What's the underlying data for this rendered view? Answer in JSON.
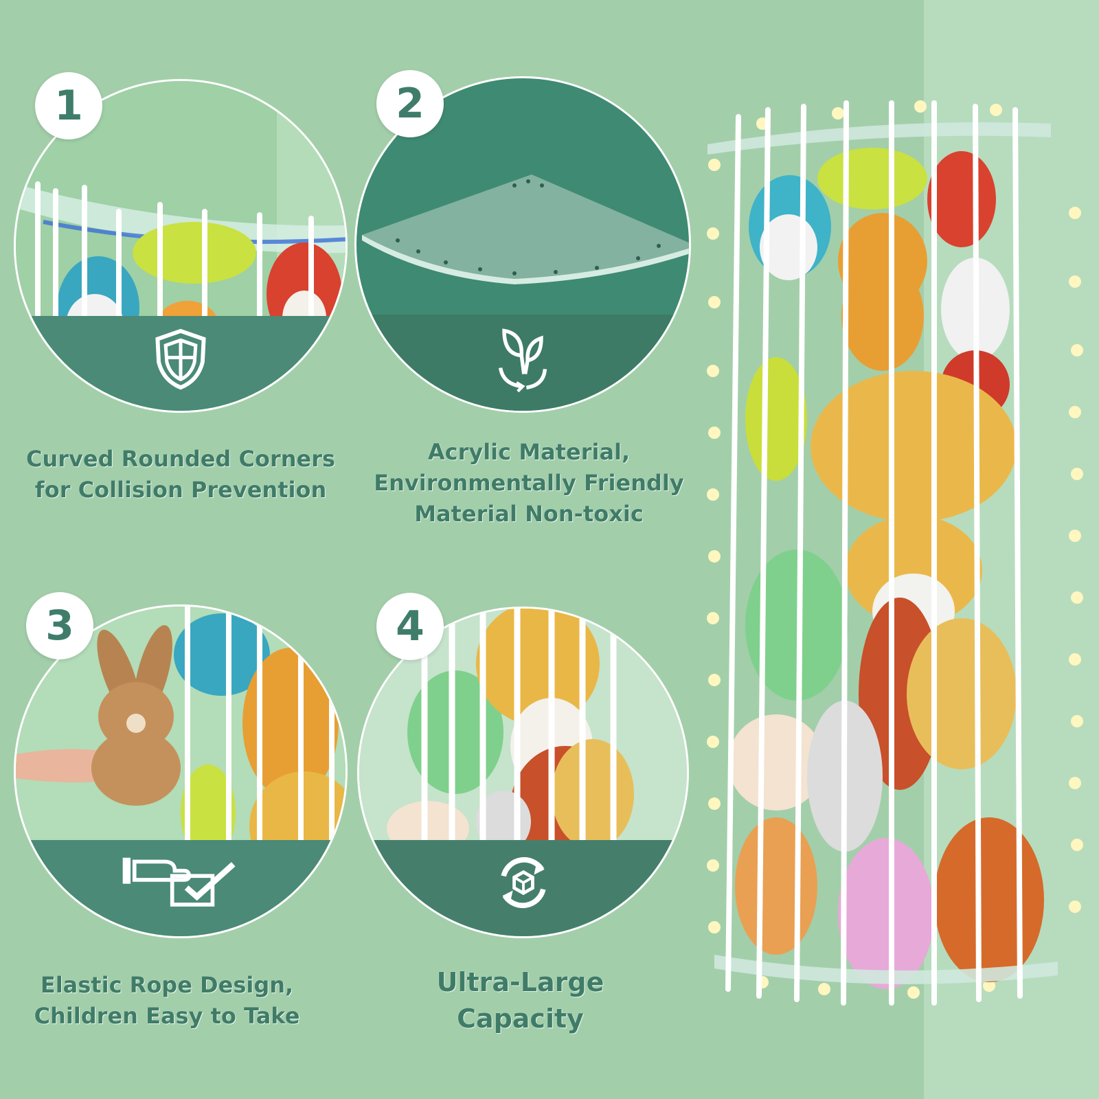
{
  "features": [
    {
      "number": "1",
      "caption_lines": [
        "Curved Rounded Corners",
        "for Collision Prevention"
      ],
      "icon": "shield-icon"
    },
    {
      "number": "2",
      "caption_lines": [
        "Acrylic Material,",
        "Environmentally Friendly",
        "Material Non-toxic"
      ],
      "icon": "eco-leaf-recycle-icon"
    },
    {
      "number": "3",
      "caption_lines": [
        "Elastic Rope Design,",
        "Children Easy to Take"
      ],
      "icon": "hand-take-check-icon"
    },
    {
      "number": "4",
      "caption_lines": [
        "Ultra-Large",
        "Capacity"
      ],
      "icon": "box-recycle-icon"
    }
  ],
  "colors": {
    "background": "#a3ceaa",
    "band": "#4a8a76",
    "text": "#3f7c68",
    "badge": "#ffffff"
  }
}
